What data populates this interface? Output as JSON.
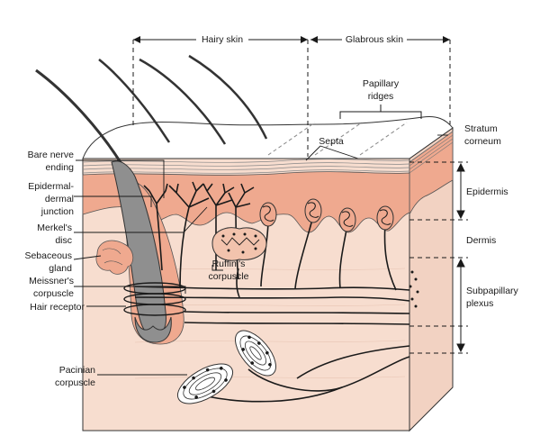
{
  "top_labels": {
    "hairy_skin": "Hairy skin",
    "glabrous_skin": "Glabrous skin",
    "papillary_ridges_line1": "Papillary",
    "papillary_ridges_line2": "ridges",
    "septa": "Septa"
  },
  "left_labels": {
    "bare_nerve_line1": "Bare nerve",
    "bare_nerve_line2": "ending",
    "epidermal_line1": "Epidermal-",
    "epidermal_line2": "dermal",
    "epidermal_line3": "junction",
    "merkel_line1": "Merkel's",
    "merkel_line2": "disc",
    "sebaceous_line1": "Sebaceous",
    "sebaceous_line2": "gland",
    "meissner_line1": "Meissner's",
    "meissner_line2": "corpuscle",
    "hair_receptor": "Hair receptor",
    "pacinian_line1": "Pacinian",
    "pacinian_line2": "corpuscle"
  },
  "inner_labels": {
    "ruffini_line1": "Ruffini's",
    "ruffini_line2": "corpuscle"
  },
  "right_labels": {
    "stratum_line1": "Stratum",
    "stratum_line2": "corneum",
    "epidermis": "Epidermis",
    "dermis": "Dermis",
    "subpapillary_line1": "Subpapillary",
    "subpapillary_line2": "plexus"
  },
  "colors": {
    "dermis_fill": "#f7ddcf",
    "epidermis_fill": "#efa98f",
    "corneum_fill": "#ffffff",
    "hair_fill": "#8f8f8f",
    "nerve_stroke": "#1a1a1a",
    "side_face": "#f2d2c2"
  }
}
